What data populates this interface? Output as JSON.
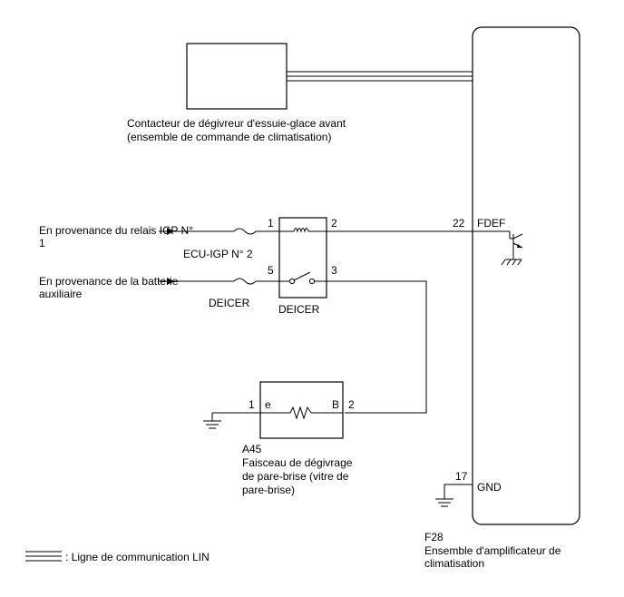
{
  "labels": {
    "switch_line1": "Contacteur de dégivreur d'essuie-glace avant",
    "switch_line2": "(ensemble de commande de climatisation)",
    "from_igp_line1": "En provenance du relais IGP N°",
    "from_igp_line2": "1",
    "fuse_ecu_igp": "ECU-IGP N° 2",
    "from_battery_line1": "En provenance de la batterie",
    "from_battery_line2": "auxiliaire",
    "fuse_deicer": "DEICER",
    "relay_deicer": "DEICER",
    "heater_code": "A45",
    "heater_line1": "Faisceau de dégivrage",
    "heater_line2": "de pare-brise (vitre de",
    "heater_line3": "pare-brise)",
    "amp_code": "F28",
    "amp_line1": "Ensemble d'amplificateur de",
    "amp_line2": "climatisation",
    "legend": ": Ligne de communication LIN"
  },
  "pins": {
    "relay_1": "1",
    "relay_2": "2",
    "relay_5": "5",
    "relay_3": "3",
    "amp_22": "22",
    "amp_fdef": "FDEF",
    "amp_17": "17",
    "amp_gnd": "GND",
    "heater_1": "1",
    "heater_e": "e",
    "heater_b": "B",
    "heater_2": "2"
  }
}
